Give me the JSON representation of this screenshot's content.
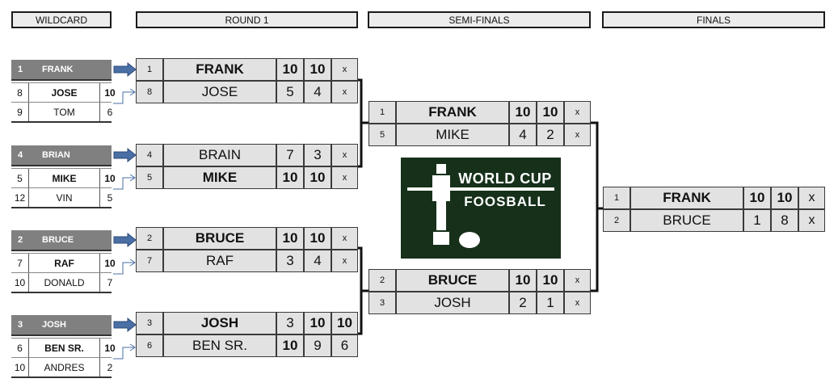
{
  "headers": {
    "wildcard": "WILDCARD",
    "round1": "ROUND 1",
    "semis": "SEMI-FINALS",
    "finals": "FINALS"
  },
  "wildcard": [
    {
      "top_seed": "1",
      "top_name": "FRANK",
      "a_seed": "8",
      "a_name": "JOSE",
      "a_score": "10",
      "b_seed": "9",
      "b_name": "TOM",
      "b_score": "6"
    },
    {
      "top_seed": "4",
      "top_name": "BRIAN",
      "a_seed": "5",
      "a_name": "MIKE",
      "a_score": "10",
      "b_seed": "12",
      "b_name": "VIN",
      "b_score": "5"
    },
    {
      "top_seed": "2",
      "top_name": "BRUCE",
      "a_seed": "7",
      "a_name": "RAF",
      "a_score": "10",
      "b_seed": "10",
      "b_name": "DONALD",
      "b_score": "7"
    },
    {
      "top_seed": "3",
      "top_name": "JOSH",
      "a_seed": "6",
      "a_name": "BEN SR.",
      "a_score": "10",
      "b_seed": "10",
      "b_name": "ANDRES",
      "b_score": "2"
    }
  ],
  "round1": [
    {
      "seed": "1",
      "name": "FRANK",
      "g1": "10",
      "g2": "10",
      "g3": "x",
      "winner": true
    },
    {
      "seed": "8",
      "name": "JOSE",
      "g1": "5",
      "g2": "4",
      "g3": "x",
      "winner": false
    },
    {
      "seed": "4",
      "name": "BRAIN",
      "g1": "7",
      "g2": "3",
      "g3": "x",
      "winner": false
    },
    {
      "seed": "5",
      "name": "MIKE",
      "g1": "10",
      "g2": "10",
      "g3": "x",
      "winner": true
    },
    {
      "seed": "2",
      "name": "BRUCE",
      "g1": "10",
      "g2": "10",
      "g3": "x",
      "winner": true
    },
    {
      "seed": "7",
      "name": "RAF",
      "g1": "3",
      "g2": "4",
      "g3": "x",
      "winner": false
    },
    {
      "seed": "3",
      "name": "JOSH",
      "g1": "3",
      "g2": "10",
      "g3": "10",
      "winner": true
    },
    {
      "seed": "6",
      "name": "BEN SR.",
      "g1": "10",
      "g2": "9",
      "g3": "6",
      "winner": false
    }
  ],
  "semis": [
    {
      "seed": "1",
      "name": "FRANK",
      "g1": "10",
      "g2": "10",
      "g3": "x",
      "winner": true
    },
    {
      "seed": "5",
      "name": "MIKE",
      "g1": "4",
      "g2": "2",
      "g3": "x",
      "winner": false
    },
    {
      "seed": "2",
      "name": "BRUCE",
      "g1": "10",
      "g2": "10",
      "g3": "x",
      "winner": true
    },
    {
      "seed": "3",
      "name": "JOSH",
      "g1": "2",
      "g2": "1",
      "g3": "x",
      "winner": false
    }
  ],
  "finals": [
    {
      "seed": "1",
      "name": "FRANK",
      "g1": "10",
      "g2": "10",
      "g3": "x",
      "winner": true
    },
    {
      "seed": "2",
      "name": "BRUCE",
      "g1": "1",
      "g2": "8",
      "g3": "x",
      "winner": false
    }
  ],
  "logo": {
    "line1": "WORLD CUP",
    "line2": "FOOSBALL",
    "bg": "#16301a"
  },
  "colors": {
    "seed_header": "#808080",
    "cell_bg": "#e2e2e2",
    "arrow": "#4a6fa5"
  }
}
